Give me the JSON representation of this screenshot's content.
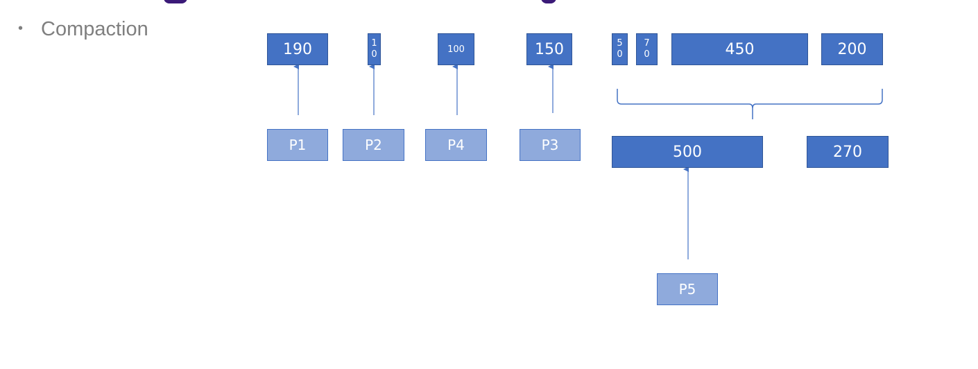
{
  "slide": {
    "bullet_text": "Compaction"
  },
  "colors": {
    "memory_block": "#4472c4",
    "process_block": "#8faadc",
    "connector": "#4472c4",
    "bullet_text": "#7f7f7f"
  },
  "memory_blocks": {
    "top": [
      {
        "id": "m190",
        "label": "190"
      },
      {
        "id": "m10",
        "label": "10",
        "chars": [
          "1",
          "0"
        ]
      },
      {
        "id": "m100",
        "label": "100"
      },
      {
        "id": "m150",
        "label": "150"
      },
      {
        "id": "m50",
        "label": "50",
        "chars": [
          "5",
          "0"
        ]
      },
      {
        "id": "m70",
        "label": "70",
        "chars": [
          "7",
          "0"
        ]
      },
      {
        "id": "m450",
        "label": "450"
      },
      {
        "id": "m200",
        "label": "200"
      }
    ],
    "compacted": [
      {
        "id": "m500",
        "label": "500"
      },
      {
        "id": "m270",
        "label": "270"
      }
    ]
  },
  "processes": [
    {
      "id": "p1",
      "label": "P1"
    },
    {
      "id": "p2",
      "label": "P2"
    },
    {
      "id": "p4",
      "label": "P4"
    },
    {
      "id": "p3",
      "label": "P3"
    },
    {
      "id": "p5",
      "label": "P5"
    }
  ]
}
